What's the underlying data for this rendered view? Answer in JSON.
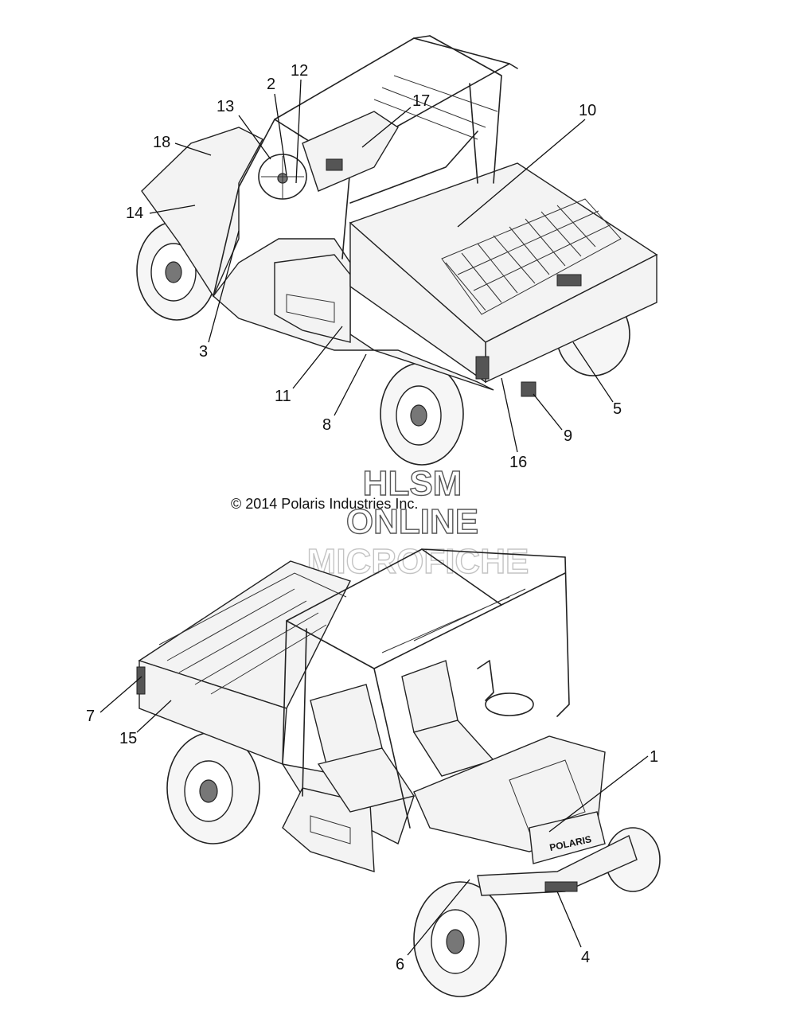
{
  "copyright": "© 2014 Polaris Industries Inc.",
  "watermark": {
    "line1": "HLSM",
    "line2": "ONLINE",
    "line3": "MICROFICHE"
  },
  "hood_badge": "POLARIS",
  "callouts": {
    "c1": "1",
    "c2": "2",
    "c3": "3",
    "c4": "4",
    "c5": "5",
    "c6": "6",
    "c7": "7",
    "c8": "8",
    "c9": "9",
    "c10": "10",
    "c11": "11",
    "c12": "12",
    "c13": "13",
    "c14": "14",
    "c15": "15",
    "c16": "16",
    "c17": "17",
    "c18": "18"
  }
}
